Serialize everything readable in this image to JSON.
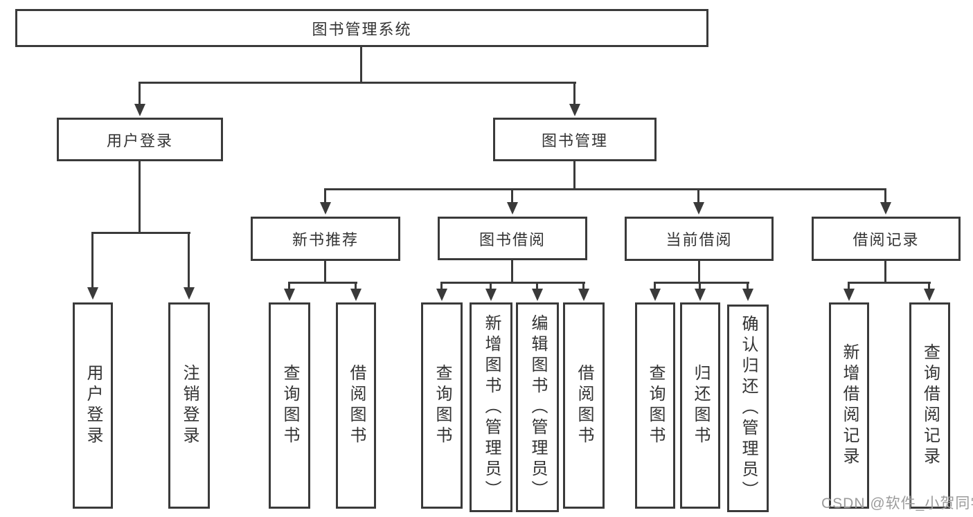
{
  "diagram": {
    "type": "hierarchy-org-chart",
    "colors": {
      "line": "#3a3a3a",
      "text": "#333333",
      "background": "#ffffff",
      "watermark": "#9b9b9b"
    }
  },
  "tree": {
    "label": "图书管理系统",
    "children": [
      {
        "label": "用户登录",
        "children": [
          {
            "label": "用户登录"
          },
          {
            "label": "注销登录"
          }
        ]
      },
      {
        "label": "图书管理",
        "children": [
          {
            "label": "新书推荐",
            "children": [
              {
                "label": "查询图书"
              },
              {
                "label": "借阅图书"
              }
            ]
          },
          {
            "label": "图书借阅",
            "children": [
              {
                "label": "查询图书"
              },
              {
                "label": "新增图书（管理员）"
              },
              {
                "label": "编辑图书（管理员）"
              },
              {
                "label": "借阅图书"
              }
            ]
          },
          {
            "label": "当前借阅",
            "children": [
              {
                "label": "查询图书"
              },
              {
                "label": "归还图书"
              },
              {
                "label": "确认归还（管理员）"
              }
            ]
          },
          {
            "label": "借阅记录",
            "children": [
              {
                "label": "新增借阅记录"
              },
              {
                "label": "查询借阅记录"
              }
            ]
          }
        ]
      }
    ]
  },
  "watermark": {
    "text": "CSDN @软件_小贺同学"
  }
}
